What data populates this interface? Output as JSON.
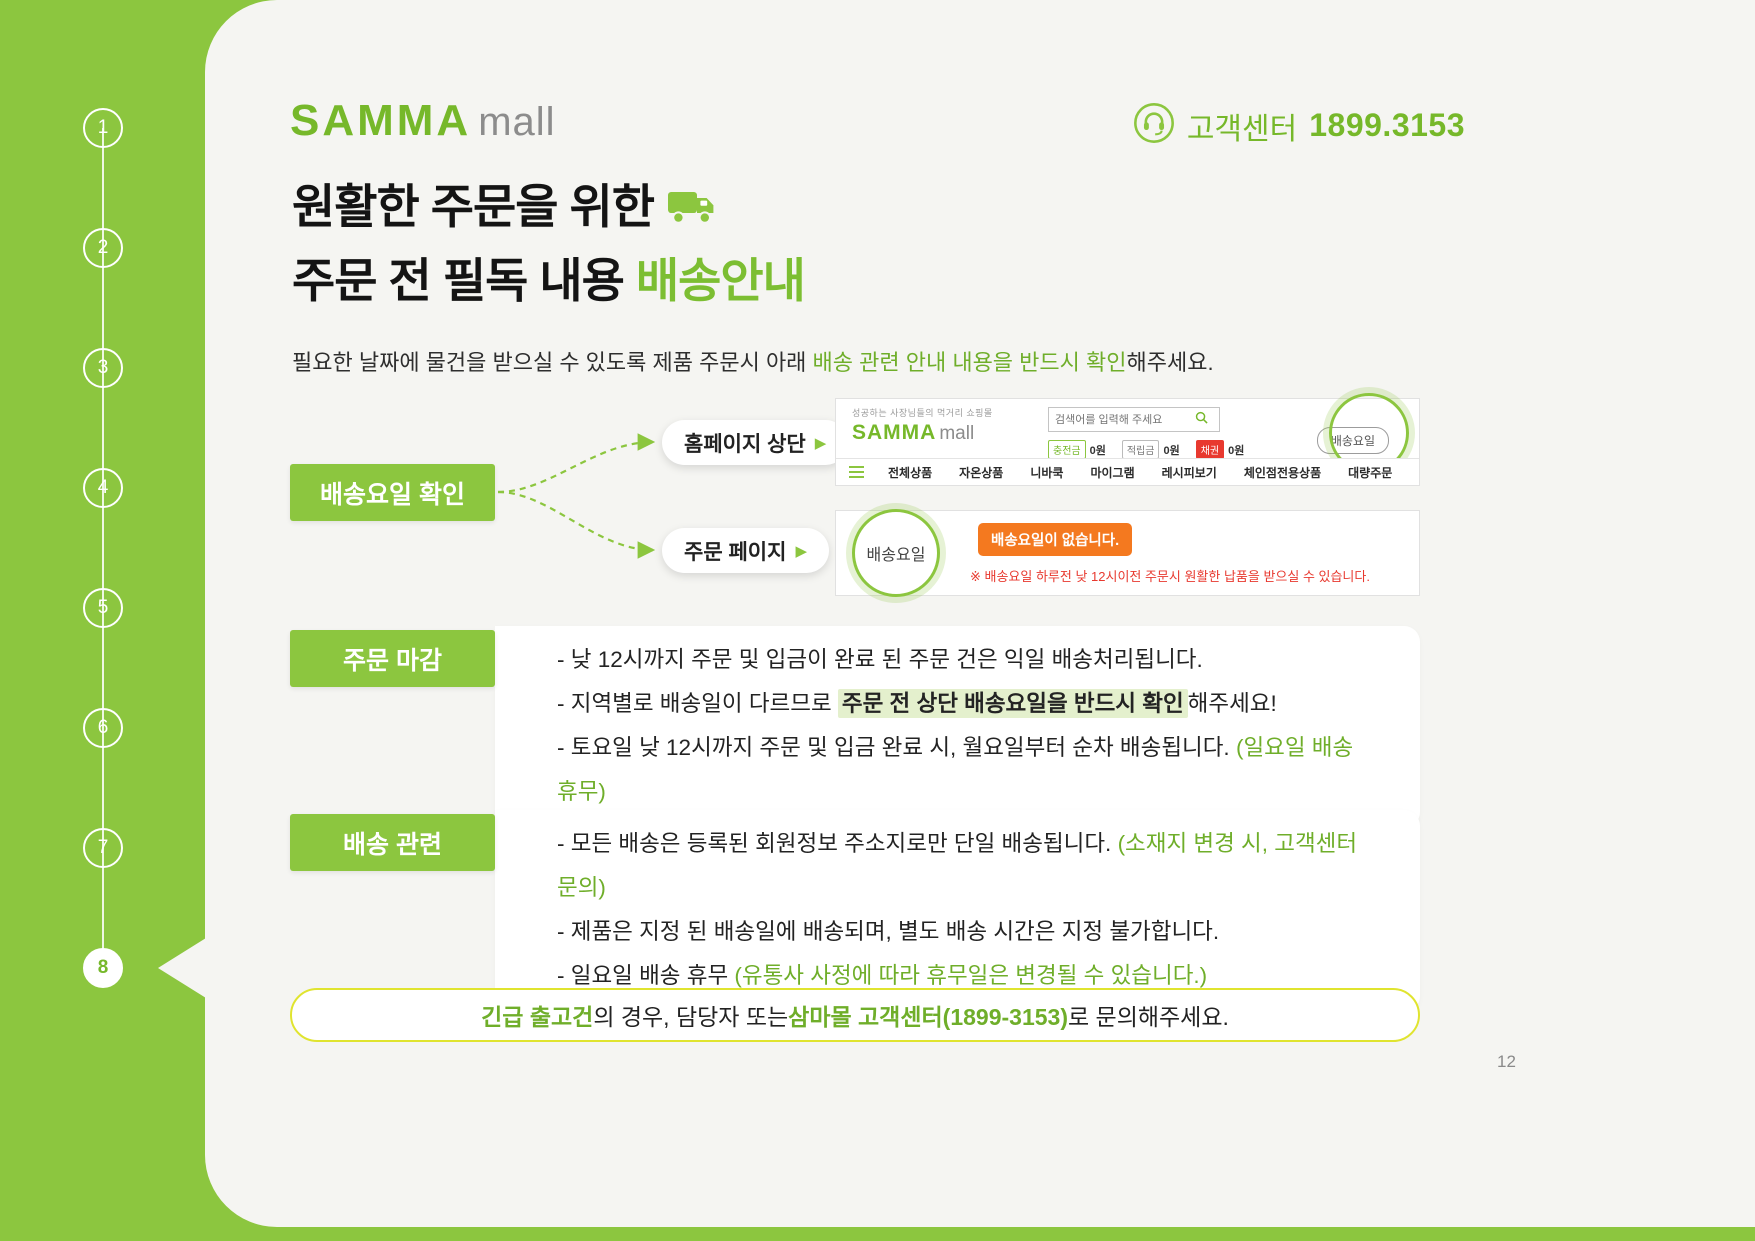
{
  "colors": {
    "green": "#8CC63F",
    "green_text": "#6FAE2A",
    "orange": "#F4791F",
    "red": "#E8392F",
    "border_yellow": "#E0E42F"
  },
  "page": {
    "number": "12"
  },
  "sidebar": {
    "steps": [
      "1",
      "2",
      "3",
      "4",
      "5",
      "6",
      "7",
      "8"
    ],
    "active_step": "8"
  },
  "header": {
    "logo_samma": "SAMMA",
    "logo_mall": "mall",
    "support_label": "고객센터",
    "support_phone": "1899.3153"
  },
  "title": {
    "line1": "원활한 주문을 위한",
    "line2_prefix": "주문 전 필독 내용 ",
    "line2_accent": "배송안내"
  },
  "subtitle": {
    "prefix": "필요한 날짜에 물건을 받으실 수 있도록 제품 주문시 아래 ",
    "accent": "배송 관련 안내 내용을 반드시 확인",
    "suffix": "해주세요."
  },
  "delivery_day": {
    "label": "배송요일 확인",
    "target_home": {
      "label": "홈페이지 상단",
      "arrow": "▶"
    },
    "target_order": {
      "label": "주문 페이지",
      "arrow": "▶"
    },
    "site_header": {
      "tagline": "성공하는 사장님들의 먹거리 쇼핑몰",
      "logo_samma": "SAMMA",
      "logo_mall": "mall",
      "search_placeholder": "검색어를 입력해 주세요",
      "wallet": [
        {
          "label": "충전금",
          "value": "0원"
        },
        {
          "label": "적립금",
          "value": "0원"
        },
        {
          "label": "채권",
          "value": "0원"
        }
      ],
      "delivery_button": "배송요일",
      "menu": [
        "전체상품",
        "자온상품",
        "니바쿡",
        "마이그램",
        "레시피보기",
        "체인점전용상품",
        "대량주문"
      ]
    },
    "order_page": {
      "delivery_label": "배송요일",
      "alert": "배송요일이 없습니다.",
      "notice": "※ 배송요일 하루전 낮 12시이전 주문시 원활한 납품을 받으실 수 있습니다."
    }
  },
  "order_deadline": {
    "label": "주문 마감",
    "line1": "- 낮 12시까지 주문 및 입금이 완료 된 주문 건은 익일 배송처리됩니다.",
    "line2_prefix": "- 지역별로 배송일이 다르므로 ",
    "line2_highlight": "주문 전 상단 배송요일을 반드시 확인",
    "line2_suffix": "해주세요!",
    "line3_prefix": "- 토요일 낮 12시까지 주문 및 입금 완료 시, 월요일부터 순차 배송됩니다. ",
    "line3_accent": "(일요일 배송 휴무)"
  },
  "delivery_info": {
    "label": "배송 관련",
    "line1_prefix": "- 모든 배송은 등록된 회원정보 주소지로만 단일 배송됩니다. ",
    "line1_accent": "(소재지 변경 시, 고객센터 문의)",
    "line2": "- 제품은 지정 된 배송일에 배송되며, 별도 배송 시간은 지정 불가합니다.",
    "line3_prefix": "- 일요일 배송 휴무 ",
    "line3_accent": "(유통사 사정에 따라 휴무일은 변경될 수 있습니다.)"
  },
  "footer_notice": {
    "accent1": "긴급 출고건",
    "text1": "의 경우, 담당자 또는 ",
    "accent2": "삼마몰 고객센터(1899-3153)",
    "text2": "로 문의해주세요."
  }
}
